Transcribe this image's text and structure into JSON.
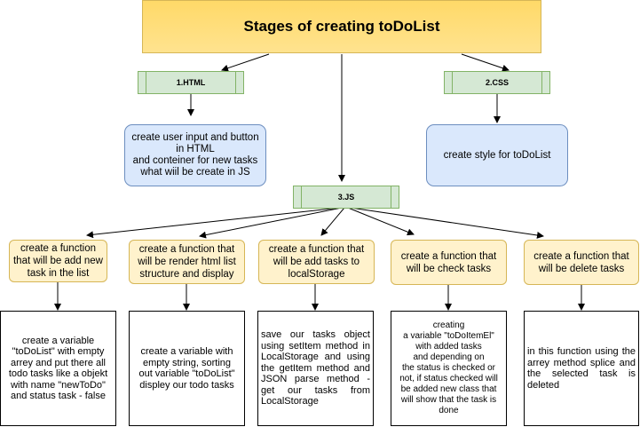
{
  "title": "Stages of creating toDoList",
  "stages": {
    "html": {
      "label": "1.HTML",
      "note": "create user input  and button\nin HTML\nand conteiner for new tasks\nwhat wiil be create in JS"
    },
    "css": {
      "label": "2.CSS",
      "note": "create style for toDoList"
    },
    "js": {
      "label": "3.JS"
    }
  },
  "functions": [
    {
      "title": "create a function\nthat will be add new\ntask in the list",
      "detail": "create a variable\n\"toDoList\" with empty\narrey and put there all\ntodo tasks like a objekt\nwith name \"newToDo\"\nand status task - false"
    },
    {
      "title": "create a function that\nwill be render html list\nstructure and display",
      "detail": "create a variable with\nempty string, sorting\nout variable \"toDoList\"\ndispley our todo tasks"
    },
    {
      "title": "create a function that\nwill be add tasks to\nlocalStorage",
      "detail": "save our tasks object using setItem method in LocalStorage and using the getItem method and JSON parse method - get our tasks from LocalStorage"
    },
    {
      "title": "create a function that\nwill be check tasks",
      "detail": "creating\na variable \"toDoItemEl\"\nwith added tasks\nand depending on\nthe status is checked or\nnot, if status checked will\nbe added new class that\nwill show that the task is\ndone"
    },
    {
      "title": "create a function that\nwill be delete tasks",
      "detail": "in this function using the arrey method splice and the selected task is deleted"
    }
  ]
}
